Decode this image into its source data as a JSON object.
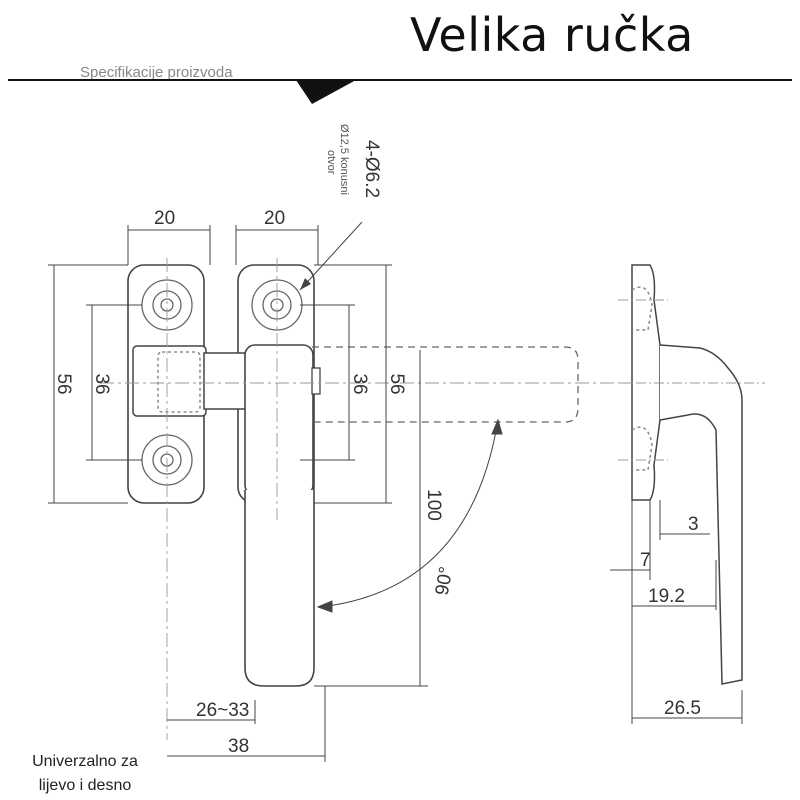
{
  "header": {
    "title": "Velika ručka",
    "subtitle": "Specifikacije proizvoda"
  },
  "diagram": {
    "dims": {
      "width_left": "20",
      "width_right": "20",
      "height_left_outer": "56",
      "height_left_inner": "36",
      "height_right_inner": "36",
      "height_right_outer": "56",
      "handle_length": "100",
      "rotation": "90°",
      "range": "26~33",
      "total_width": "38",
      "side_3": "3",
      "side_7": "7",
      "side_19": "19.2",
      "side_26": "26.5"
    },
    "hole_callout": {
      "label": "4-Ø6.2",
      "note_line1": "Ø12,5 konusni",
      "note_line2": "otvor"
    }
  },
  "footer": {
    "line1": "Univerzalno za",
    "line2": "lijevo i desno"
  }
}
